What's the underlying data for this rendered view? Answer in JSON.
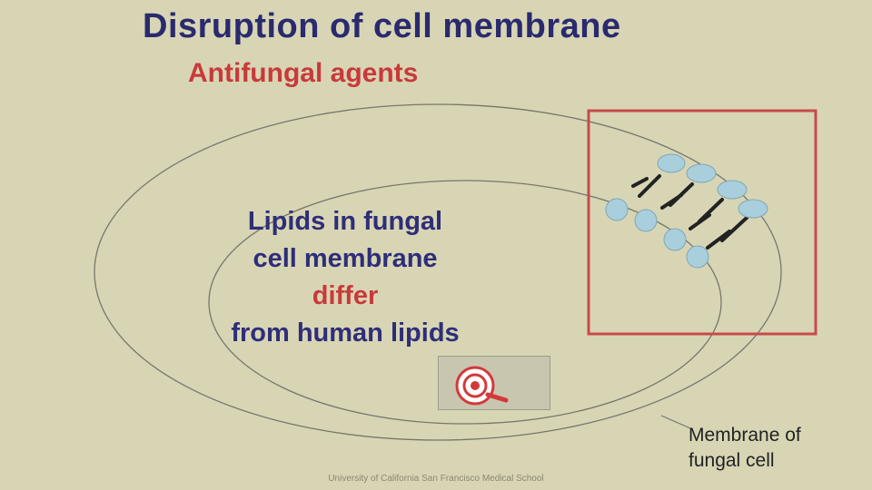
{
  "slide": {
    "title": "Disruption of cell membrane",
    "subtitle": "Antifungal agents",
    "center_lines": [
      "Lipids in fungal",
      "cell membrane",
      "differ",
      "from human lipids"
    ],
    "caption_lines": [
      "Membrane of",
      "fungal cell"
    ],
    "footer": "University of California San Francisco Medical School"
  },
  "colors": {
    "background": "#d8d5b5",
    "title": "#2a2a6e",
    "accent_red": "#c83a3a",
    "lipid_head": "#a9cfdc",
    "zoom_frame": "#c84a4a"
  },
  "icons": {
    "zoom_button": "target-magnifier-icon"
  }
}
